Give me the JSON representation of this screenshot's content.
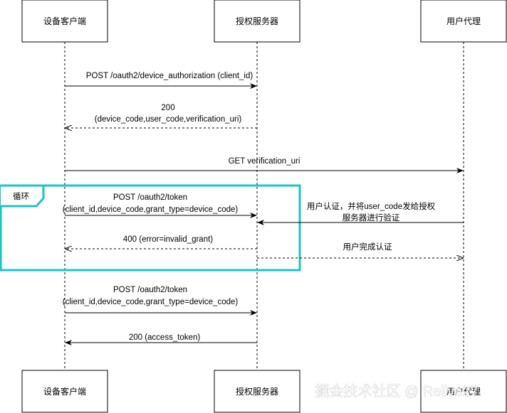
{
  "participants": {
    "device": "设备客户端",
    "auth": "授权服务器",
    "agent": "用户代理"
  },
  "loop": {
    "label": "循环"
  },
  "messages": {
    "m1": "POST /oauth2/device_authorization (client_id)",
    "m2_l1": "200",
    "m2_l2": "(device_code,user_code,verification_uri)",
    "m3": "GET verification_uri",
    "m4_l1": "POST /oauth2/token",
    "m4_l2": "(client_id,device_code,grant_type=device_code)",
    "m5_l1": "用户认证，并将user_code发给授权",
    "m5_l2": "服务器进行验证",
    "m6": "400  (error=invalid_grant)",
    "m7": "用户完成认证",
    "m8_l1": "POST /oauth2/token",
    "m8_l2": "(client_id,device_code,grant_type=device_code)",
    "m9": "200 (access_token)"
  },
  "watermark": "掘金技术社区 @ Relive27",
  "colors": {
    "loop": "#1bc4c4",
    "line": "#000000"
  }
}
